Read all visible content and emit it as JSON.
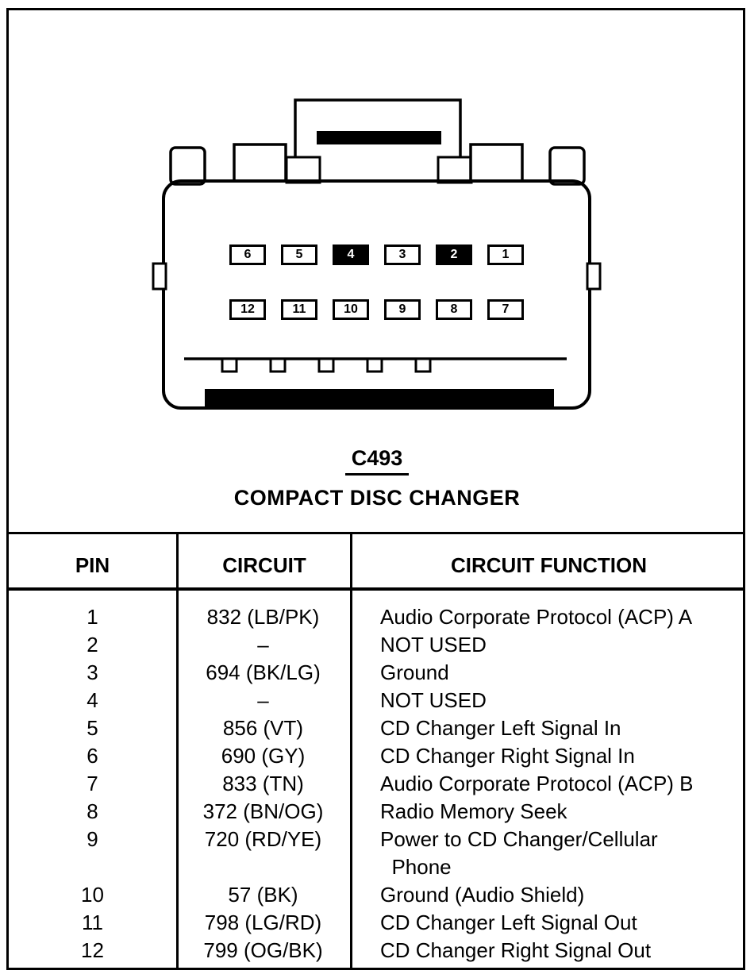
{
  "colors": {
    "ink": "#000000",
    "paper": "#ffffff"
  },
  "connector": {
    "id": "C493",
    "name": "COMPACT DISC CHANGER",
    "top_row": [
      {
        "label": "6",
        "filled": false
      },
      {
        "label": "5",
        "filled": false
      },
      {
        "label": "4",
        "filled": true
      },
      {
        "label": "3",
        "filled": false
      },
      {
        "label": "2",
        "filled": true
      },
      {
        "label": "1",
        "filled": false
      }
    ],
    "bottom_row": [
      {
        "label": "12",
        "filled": false
      },
      {
        "label": "11",
        "filled": false
      },
      {
        "label": "10",
        "filled": false
      },
      {
        "label": "9",
        "filled": false
      },
      {
        "label": "8",
        "filled": false
      },
      {
        "label": "7",
        "filled": false
      }
    ]
  },
  "table": {
    "headers": [
      "PIN",
      "CIRCUIT",
      "CIRCUIT FUNCTION"
    ],
    "rows": [
      {
        "pin": "1",
        "circuit": "832 (LB/PK)",
        "function": "Audio Corporate Protocol (ACP) A"
      },
      {
        "pin": "2",
        "circuit": "–",
        "function": "NOT USED"
      },
      {
        "pin": "3",
        "circuit": "694 (BK/LG)",
        "function": "Ground"
      },
      {
        "pin": "4",
        "circuit": "–",
        "function": "NOT USED"
      },
      {
        "pin": "5",
        "circuit": "856 (VT)",
        "function": "CD Changer Left Signal In"
      },
      {
        "pin": "6",
        "circuit": "690 (GY)",
        "function": "CD Changer Right Signal In"
      },
      {
        "pin": "7",
        "circuit": "833 (TN)",
        "function": "Audio Corporate Protocol (ACP) B"
      },
      {
        "pin": "8",
        "circuit": "372 (BN/OG)",
        "function": "Radio Memory Seek"
      },
      {
        "pin": "9",
        "circuit": "720 (RD/YE)",
        "function": "Power to CD Changer/Cellular\n  Phone"
      },
      {
        "pin": "10",
        "circuit": "57 (BK)",
        "function": "Ground (Audio Shield)"
      },
      {
        "pin": "11",
        "circuit": "798 (LG/RD)",
        "function": "CD Changer Left Signal Out"
      },
      {
        "pin": "12",
        "circuit": "799 (OG/BK)",
        "function": "CD Changer Right Signal Out"
      }
    ]
  }
}
